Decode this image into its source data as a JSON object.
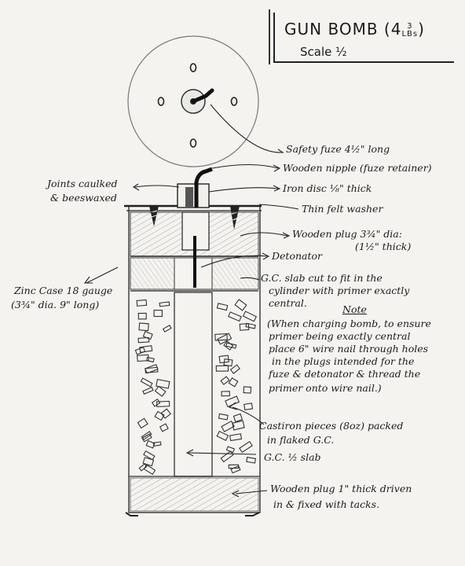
{
  "title": {
    "text": "GUN BOMB",
    "weight_whole": "(4",
    "weight_num": "3",
    "weight_den": "LBs",
    "weight_close": ")",
    "scale": "Scale ½"
  },
  "labels": {
    "safety_fuze": "Safety fuze 4½\" long",
    "wooden_nipple": "Wooden nipple (fuze retainer)",
    "iron_disc": "Iron disc ⅛\" thick",
    "felt_washer": "Thin felt washer",
    "wooden_plug_1": "Wooden plug 3¾\" dia:",
    "wooden_plug_2": "(1½\" thick)",
    "detonator": "Detonator",
    "gc_slab_1": "G.C. slab cut to fit in the",
    "gc_slab_2": "cylinder with primer exactly",
    "gc_slab_3": "central.",
    "joints_1": "Joints caulked",
    "joints_2": "& beeswaxed",
    "zinc_case_1": "Zinc Case   18 gauge",
    "zinc_case_2": "(3¾\" dia.  9\" long)",
    "note_heading": "Note",
    "note_lines": [
      "(When charging bomb, to ensure",
      "primer being exactly central",
      "place 6\" wire nail through holes",
      "in the plugs intended for the",
      "fuze & detonator & thread the",
      "primer onto wire nail.)"
    ],
    "cast_iron_1": "Castiron pieces (8oz) packed",
    "cast_iron_2": "in flaked G.C.",
    "gc_half_slab": "G.C. ½ slab",
    "bottom_plug_1": "Wooden plug 1\" thick driven",
    "bottom_plug_2": "in & fixed with tacks."
  },
  "colors": {
    "paper": "#f4f3ef",
    "ink": "#1b1b1b",
    "pencil": "#555555"
  }
}
